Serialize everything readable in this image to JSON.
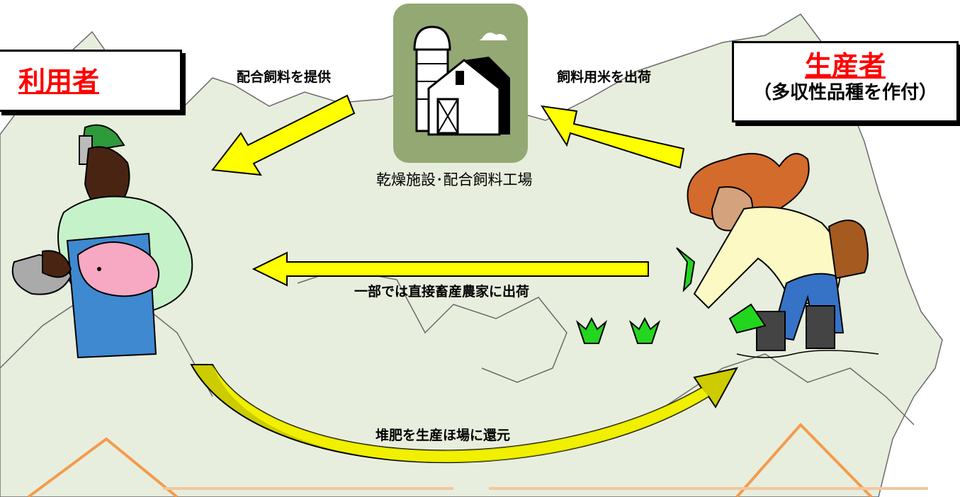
{
  "user_box": {
    "title": "利用者"
  },
  "producer_box": {
    "title": "生産者",
    "subtitle": "（多収性品種を作付）"
  },
  "facility": {
    "caption": "乾燥施設･配合飼料工場",
    "icon": "barn-silo-icon"
  },
  "flows": {
    "ship_feed_rice": "飼料用米を出荷",
    "provide_feed": "配合飼料を提供",
    "direct_ship": "一部では直接畜産農家に出荷",
    "return_compost": "堆肥を生産ほ場に還元"
  },
  "colors": {
    "map_fill": "#e8eedd",
    "arrow_yellow": "#ffff00",
    "arrow_olive": "#cccc00",
    "facility_bg": "#93a873",
    "mountain": "#f29c4e",
    "title_red": "#ff0000"
  }
}
